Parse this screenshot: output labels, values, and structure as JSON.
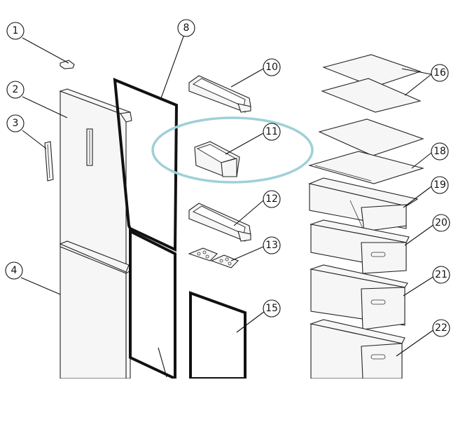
{
  "diagram": {
    "callouts": [
      {
        "id": "callout-1",
        "label": "1"
      },
      {
        "id": "callout-2",
        "label": "2"
      },
      {
        "id": "callout-3",
        "label": "3"
      },
      {
        "id": "callout-4",
        "label": "4"
      },
      {
        "id": "callout-8",
        "label": "8"
      },
      {
        "id": "callout-10",
        "label": "10"
      },
      {
        "id": "callout-11",
        "label": "11"
      },
      {
        "id": "callout-12",
        "label": "12"
      },
      {
        "id": "callout-13",
        "label": "13"
      },
      {
        "id": "callout-15",
        "label": "15"
      },
      {
        "id": "callout-16",
        "label": "16"
      },
      {
        "id": "callout-18",
        "label": "18"
      },
      {
        "id": "callout-19",
        "label": "19"
      },
      {
        "id": "callout-20",
        "label": "20"
      },
      {
        "id": "callout-21",
        "label": "21"
      },
      {
        "id": "callout-22",
        "label": "22"
      }
    ],
    "highlight_color": "#9fd0d8",
    "line_color": "#111111"
  }
}
